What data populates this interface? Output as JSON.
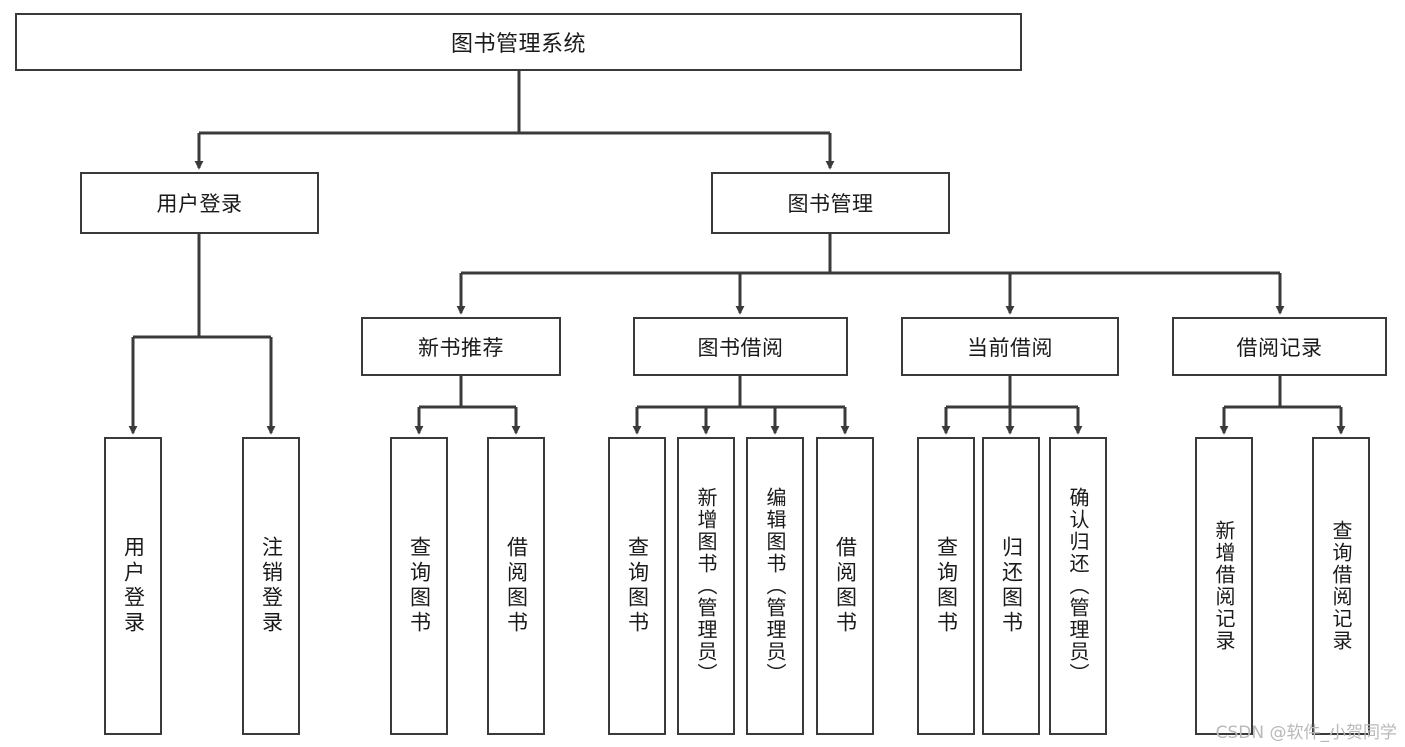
{
  "diagram": {
    "title": "图书管理系统",
    "root": {
      "label": "图书管理系统"
    },
    "level2": [
      {
        "label": "用户登录"
      },
      {
        "label": "图书管理"
      }
    ],
    "level3": [
      {
        "label": "新书推荐"
      },
      {
        "label": "图书借阅"
      },
      {
        "label": "当前借阅"
      },
      {
        "label": "借阅记录"
      }
    ],
    "leaves": {
      "user_login": [
        {
          "label": "用户登录"
        },
        {
          "label": "注销登录"
        }
      ],
      "new_book_recommend": [
        {
          "label": "查询图书"
        },
        {
          "label": "借阅图书"
        }
      ],
      "book_borrow": [
        {
          "label": "查询图书"
        },
        {
          "label": "新增图书（管理员）"
        },
        {
          "label": "编辑图书（管理员）"
        },
        {
          "label": "借阅图书"
        }
      ],
      "current_borrow": [
        {
          "label": "查询图书"
        },
        {
          "label": "归还图书"
        },
        {
          "label": "确认归还（管理员）"
        }
      ],
      "borrow_record": [
        {
          "label": "新增借阅记录"
        },
        {
          "label": "查询借阅记录"
        }
      ]
    }
  },
  "watermark": {
    "text": "CSDN @软件_小贺同学"
  },
  "colors": {
    "stroke": "#3a3a3a",
    "fill": "#ffffff",
    "text": "#1a1a1a",
    "watermark": "#b9b9b9"
  }
}
